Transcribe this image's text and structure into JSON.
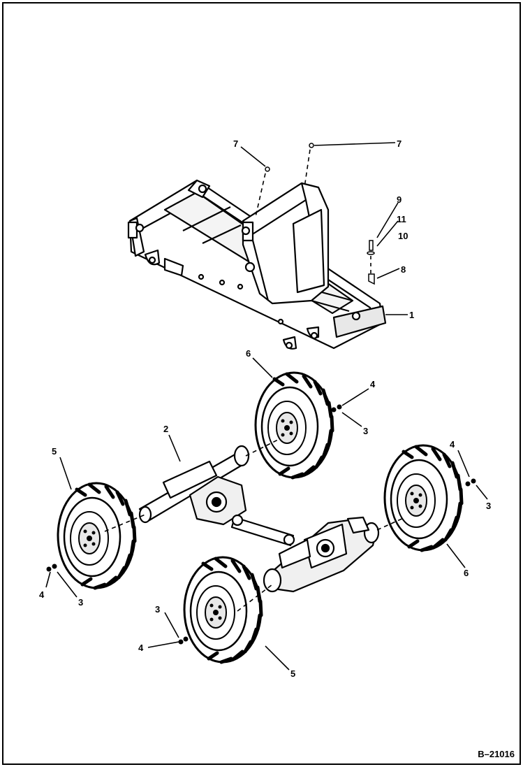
{
  "drawing": {
    "reference": "B–21016",
    "callouts": [
      {
        "id": "c7a",
        "label": "7"
      },
      {
        "id": "c7b",
        "label": "7"
      },
      {
        "id": "c9",
        "label": "9"
      },
      {
        "id": "c11",
        "label": "11"
      },
      {
        "id": "c10",
        "label": "10"
      },
      {
        "id": "c8",
        "label": "8"
      },
      {
        "id": "c1",
        "label": "1"
      },
      {
        "id": "c6a",
        "label": "6"
      },
      {
        "id": "c4a",
        "label": "4"
      },
      {
        "id": "c3a",
        "label": "3"
      },
      {
        "id": "c2",
        "label": "2"
      },
      {
        "id": "c5a",
        "label": "5"
      },
      {
        "id": "c4b",
        "label": "4"
      },
      {
        "id": "c3b",
        "label": "3"
      },
      {
        "id": "c6b",
        "label": "6"
      },
      {
        "id": "c4c",
        "label": "4"
      },
      {
        "id": "c3c",
        "label": "3"
      },
      {
        "id": "c3d",
        "label": "3"
      },
      {
        "id": "c4d",
        "label": "4"
      },
      {
        "id": "c5b",
        "label": "5"
      }
    ]
  }
}
